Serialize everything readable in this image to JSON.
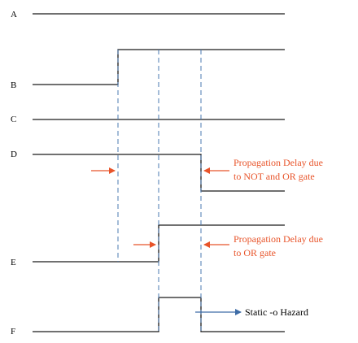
{
  "signals": [
    {
      "id": "A",
      "label": "A"
    },
    {
      "id": "B",
      "label": "B"
    },
    {
      "id": "C",
      "label": "C"
    },
    {
      "id": "D",
      "label": "D"
    },
    {
      "id": "E",
      "label": "E"
    },
    {
      "id": "F",
      "label": "F"
    }
  ],
  "annotations": {
    "delay_not_or": {
      "line1": "Propagation Delay due",
      "line2": "to NOT and OR gate"
    },
    "delay_or": {
      "line1": "Propagation Delay due",
      "line2": "to OR gate"
    },
    "hazard": "Static -o Hazard"
  },
  "colors": {
    "waveform": "#1a1a1a",
    "dashed_marker": "#4a78b0",
    "delay_arrow": "#e8542a",
    "delay_text": "#e8542a",
    "hazard_arrow": "#3e6ca6",
    "hazard_text": "#000000"
  }
}
